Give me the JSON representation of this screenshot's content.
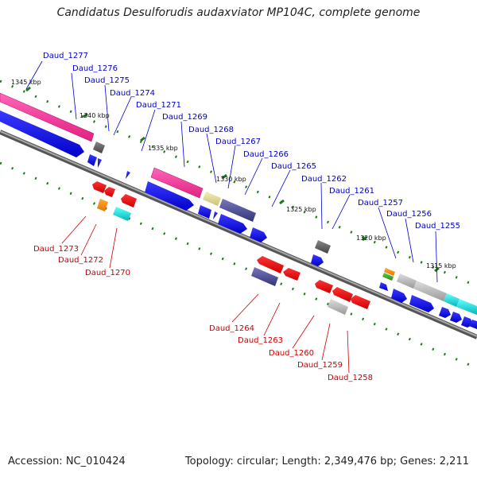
{
  "title": "Candidatus Desulforudis audaxviator MP104C, complete genome",
  "footer": {
    "accession": "Accession: NC_010424",
    "summary": "Topology: circular; Length: 2,349,476 bp; Genes: 2,211"
  },
  "colors": {
    "forward_label": "#0000cc",
    "reverse_label": "#cc0000",
    "backbone": "#808080",
    "tick": "#1a7a1a"
  },
  "kbp_labels": [
    "1345 kbp",
    "1340 kbp",
    "1335 kbp",
    "1330 kbp",
    "1325 kbp",
    "1320 kbp",
    "1315 kbp"
  ],
  "forward_genes": [
    "Daud_1277",
    "Daud_1276",
    "Daud_1275",
    "Daud_1274",
    "Daud_1271",
    "Daud_1269",
    "Daud_1268",
    "Daud_1267",
    "Daud_1266",
    "Daud_1265",
    "Daud_1262",
    "Daud_1261",
    "Daud_1257",
    "Daud_1256",
    "Daud_1255"
  ],
  "reverse_genes": [
    "Daud_1273",
    "Daud_1272",
    "Daud_1270",
    "Daud_1264",
    "Daud_1263",
    "Daud_1260",
    "Daud_1259",
    "Daud_1258"
  ]
}
